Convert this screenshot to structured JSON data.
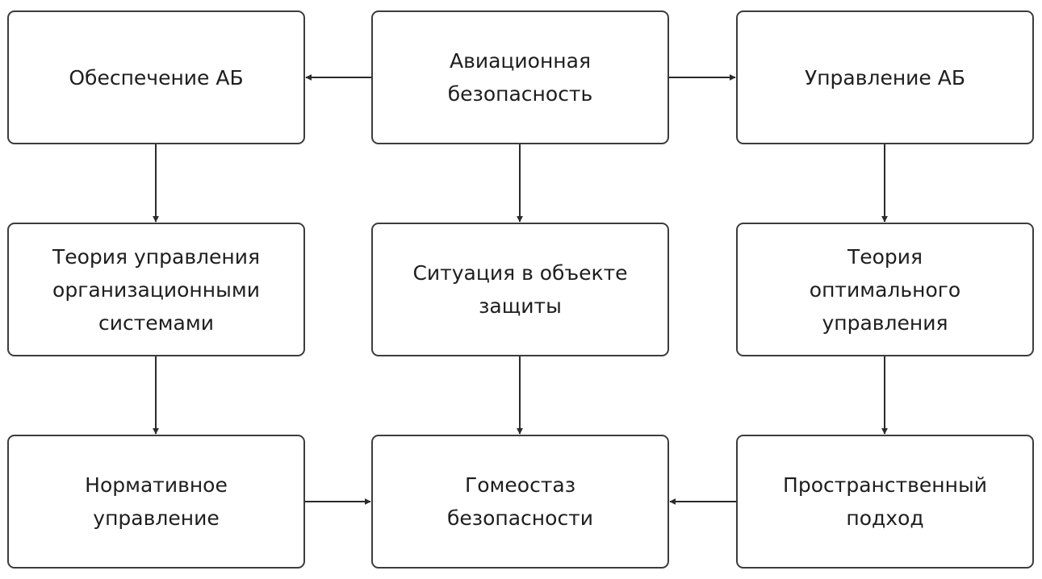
{
  "colors": {
    "border": "#3c3c3c",
    "text": "#1e1e1e",
    "arrow": "#2a2a2a",
    "background": "#ffffff"
  },
  "nodes": {
    "ensuring_as": "Обеспечение АБ",
    "aviation_safety": "Авиационная\nбезопасность",
    "managing_as": "Управление АБ",
    "org_systems_theory": "Теория управления\nорганизационными\nсистемами",
    "object_situation": "Ситуация в объекте\nзащиты",
    "optimal_control_theory": "Теория\nоптимального\nуправления",
    "normative_management": "Нормативное\nуправление",
    "safety_homeostasis": "Гомеостаз\nбезопасности",
    "spatial_approach": "Пространственный\nподход"
  }
}
